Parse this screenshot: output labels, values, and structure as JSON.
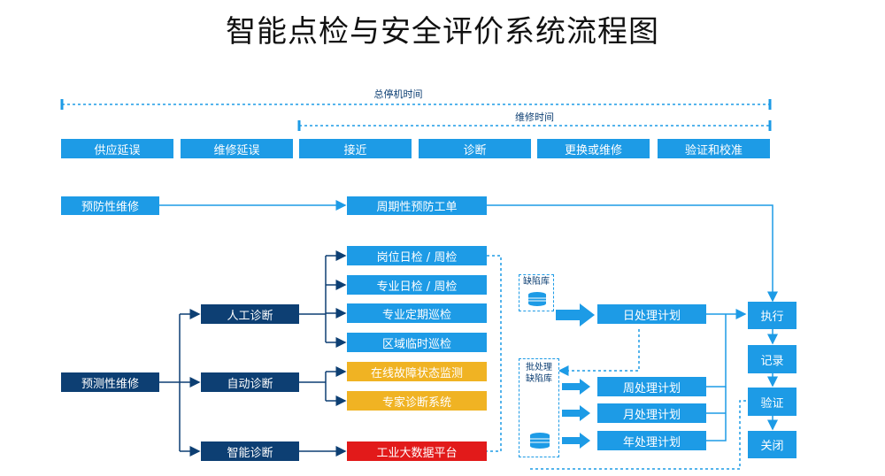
{
  "title": "智能点检与安全评价系统流程图",
  "timeline": {
    "total_downtime": "总停机时间",
    "repair_time": "维修时间"
  },
  "phases": [
    "供应延误",
    "维修延误",
    "接近",
    "诊断",
    "更换或维修",
    "验证和校准"
  ],
  "preventive": {
    "label": "预防性维修",
    "work_order": "周期性预防工单"
  },
  "predictive": {
    "label": "预测性维修",
    "manual": "人工诊断",
    "auto": "自动诊断",
    "smart": "智能诊断"
  },
  "inspections": [
    "岗位日检 / 周检",
    "专业日检 / 周检",
    "专业定期巡检",
    "区域临时巡检"
  ],
  "auto_systems": [
    "在线故障状态监测",
    "专家诊断系统"
  ],
  "big_data": "工业大数据平台",
  "defect_store": "缺陷库",
  "batch_store": [
    "批处理",
    "缺陷库"
  ],
  "plans": {
    "daily": "日处理计划",
    "weekly": "周处理计划",
    "monthly": "月处理计划",
    "yearly": "年处理计划"
  },
  "steps": [
    "执行",
    "记录",
    "验证",
    "关闭"
  ],
  "colors": {
    "blue": "#1d9be6",
    "navy": "#0d3f73",
    "orange": "#f0b323",
    "red": "#e21a1a"
  }
}
